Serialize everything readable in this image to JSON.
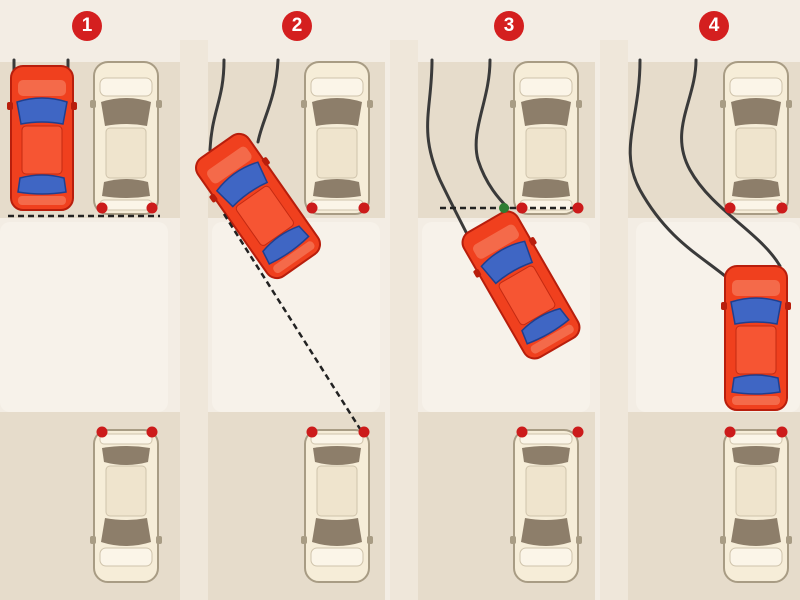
{
  "steps": [
    {
      "number": "1"
    },
    {
      "number": "2"
    },
    {
      "number": "3"
    },
    {
      "number": "4"
    }
  ],
  "colors": {
    "background": "#f3ede4",
    "curb": "#eae1d3",
    "lane_shade": "#dcd0bd",
    "moving_car_body": "#f0401e",
    "moving_car_outline": "#b81e0c",
    "moving_car_glass": "#3f66c4",
    "parked_car_body": "#f6edd8",
    "parked_car_outline": "#a89c84",
    "parked_car_glass": "#8d7e6a",
    "corner_marker": "#cc1b1b",
    "contact_marker": "#2e7d32",
    "guide_line": "#222222",
    "tire_track": "#3a3a3a",
    "badge": "#d41f1f"
  },
  "legend_icons": {
    "step_badge": "numbered-circle-icon",
    "moving_car": "red-car-icon",
    "parked_car": "parked-car-icon",
    "corner_marker": "red-dot-icon",
    "contact_marker": "green-dot-icon"
  }
}
